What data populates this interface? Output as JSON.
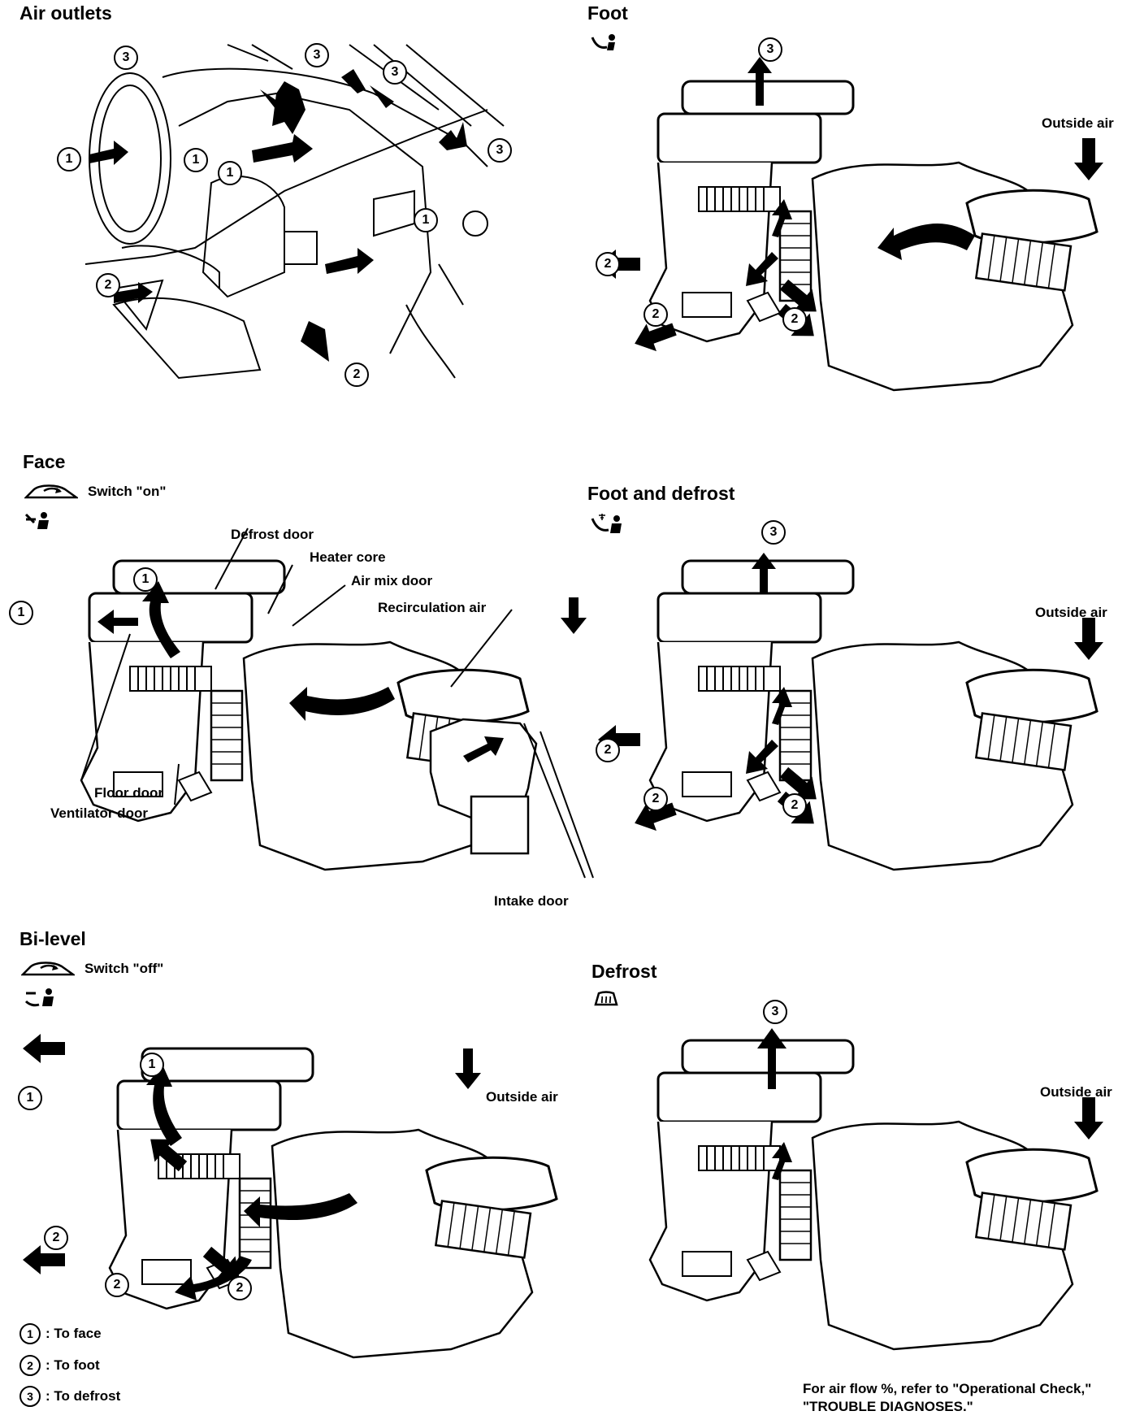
{
  "sections": {
    "air_outlets": {
      "title": "Air outlets"
    },
    "foot": {
      "title": "Foot",
      "outside_air": "Outside air"
    },
    "face": {
      "title": "Face",
      "switch_text": "Switch \"on\"",
      "labels": {
        "defrost_door": "Defrost door",
        "heater_core": "Heater core",
        "air_mix_door": "Air mix door",
        "recirculation_air": "Recirculation air",
        "floor_door": "Floor door",
        "ventilator_door": "Ventilator door",
        "intake_door": "Intake door"
      }
    },
    "foot_and_defrost": {
      "title": "Foot and defrost",
      "outside_air": "Outside air"
    },
    "bi_level": {
      "title": "Bi-level",
      "switch_text": "Switch \"off\"",
      "outside_air": "Outside air"
    },
    "defrost": {
      "title": "Defrost",
      "outside_air": "Outside air"
    }
  },
  "markers": {
    "one": "1",
    "two": "2",
    "three": "3"
  },
  "legend": [
    {
      "num": "1",
      "text": ": To face"
    },
    {
      "num": "2",
      "text": ": To foot"
    },
    {
      "num": "3",
      "text": ": To defrost"
    }
  ],
  "footnote": {
    "line1": "For air flow %, refer to \"Operational Check,\"",
    "line2": "\"TROUBLE DIAGNOSES.\""
  }
}
